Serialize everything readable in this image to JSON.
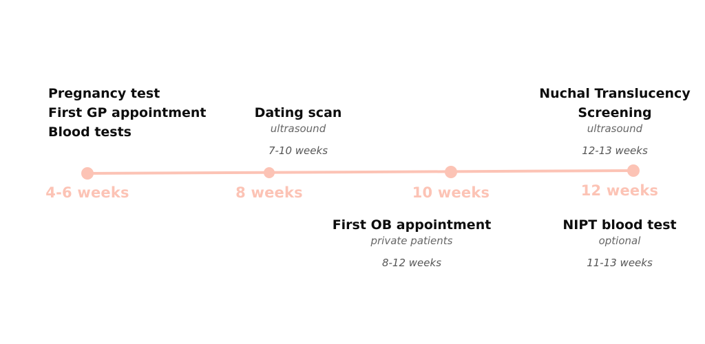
{
  "colors": {
    "line": "#fcc3b5",
    "text": "#0d0d0d",
    "muted": "#666666"
  },
  "milestones": [
    {
      "label": "4-6 weeks"
    },
    {
      "label": "8 weeks"
    },
    {
      "label": "10 weeks"
    },
    {
      "label": "12 weeks"
    }
  ],
  "events": {
    "pregnancy_test": "Pregnancy test",
    "first_gp_appointment": "First GP appointment",
    "blood_tests": "Blood tests",
    "dating_scan": {
      "title": "Dating scan",
      "subtitle": "ultrasound",
      "range": "7-10 weeks"
    },
    "first_ob_appointment": {
      "title": "First OB appointment",
      "subtitle": "private patients",
      "range": "8-12 weeks"
    },
    "nuchal_translucency": {
      "title_line1": "Nuchal Translucency",
      "title_line2": "Screening",
      "subtitle": "ultrasound",
      "range": "12-13 weeks"
    },
    "nipt_blood_test": {
      "title": "NIPT blood test",
      "subtitle": "optional",
      "range": "11-13 weeks"
    }
  }
}
